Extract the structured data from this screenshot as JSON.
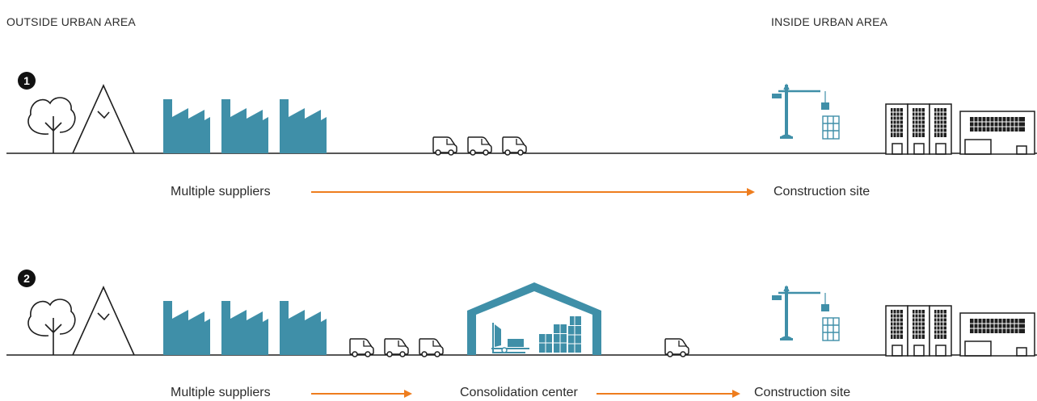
{
  "headers": {
    "outside": "OUTSIDE URBAN AREA",
    "inside": "INSIDE URBAN AREA"
  },
  "scenario1": {
    "badge": "1",
    "labels": {
      "suppliers": "Multiple suppliers",
      "site": "Construction site"
    }
  },
  "scenario2": {
    "badge": "2",
    "labels": {
      "suppliers": "Multiple suppliers",
      "consolidation": "Consolidation center",
      "site": "Construction site"
    }
  },
  "colors": {
    "teal": "#3f8fa8",
    "arrow": "#ee7d1e",
    "ink": "#1e1e1e"
  }
}
